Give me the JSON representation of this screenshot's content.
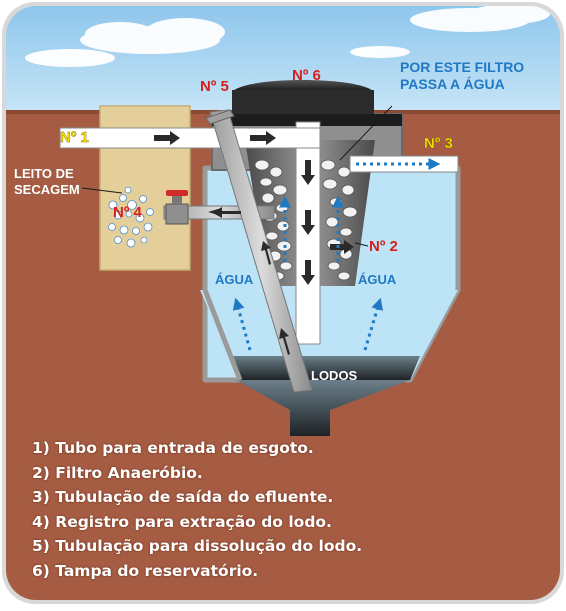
{
  "colors": {
    "sky": "#9fd0ef",
    "soil": "#a55c42",
    "sand": "#e4cf9a",
    "water": "#bde3f6",
    "label_red": "#d42020",
    "label_yellow": "#ffee00",
    "label_blue": "#1f79c4"
  },
  "labels": {
    "n1": "Nº 1",
    "n2": "Nº 2",
    "n3": "Nº 3",
    "n4": "Nº 4",
    "n5": "Nº 5",
    "n6": "Nº 6",
    "filter_note_line1": "POR ESTE FILTRO",
    "filter_note_line2": "PASSA A ÁGUA",
    "bed_line1": "LEITO DE",
    "bed_line2": "SECAGEM",
    "water_left": "ÁGUA",
    "water_right": "ÁGUA",
    "sludge": "LODOS"
  },
  "legend": [
    "1) Tubo para entrada de esgoto.",
    "2) Filtro Anaeróbio.",
    "3) Tubulação de saída do efluente.",
    "4) Registro para extração do lodo.",
    "5) Tubulação para dissolução do lodo.",
    "6) Tampa do reservatório."
  ]
}
